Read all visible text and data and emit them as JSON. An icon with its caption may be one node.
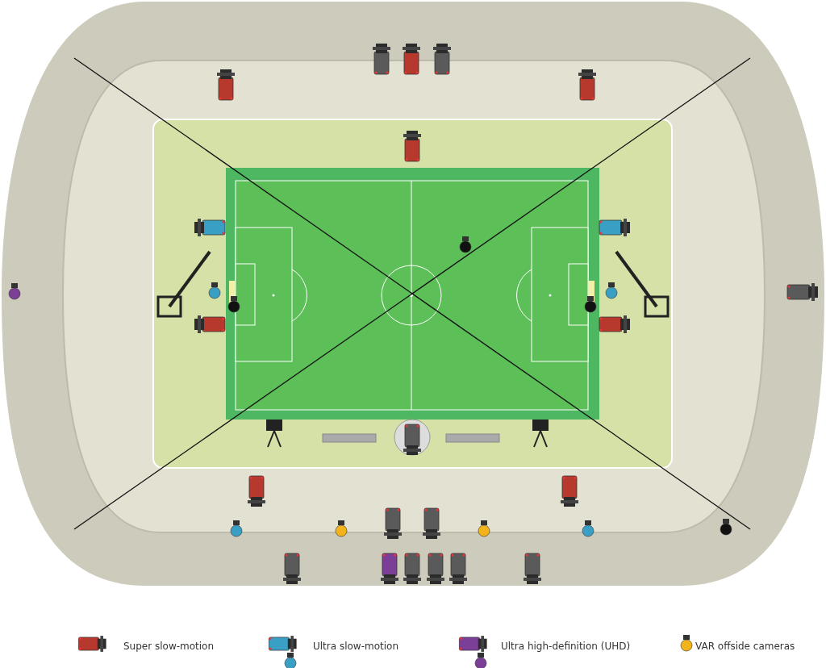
{
  "diagram": {
    "legend": [
      {
        "text": "Super slow-motion",
        "color": "#b7392d"
      },
      {
        "text": "Ultra slow-motion",
        "color": "#3a9fc4"
      },
      {
        "text": "Ultra high-definition (UHD)",
        "color": "#7b3f98"
      },
      {
        "text": "VAR offside cameras",
        "color": "#f3b31a"
      }
    ]
  }
}
